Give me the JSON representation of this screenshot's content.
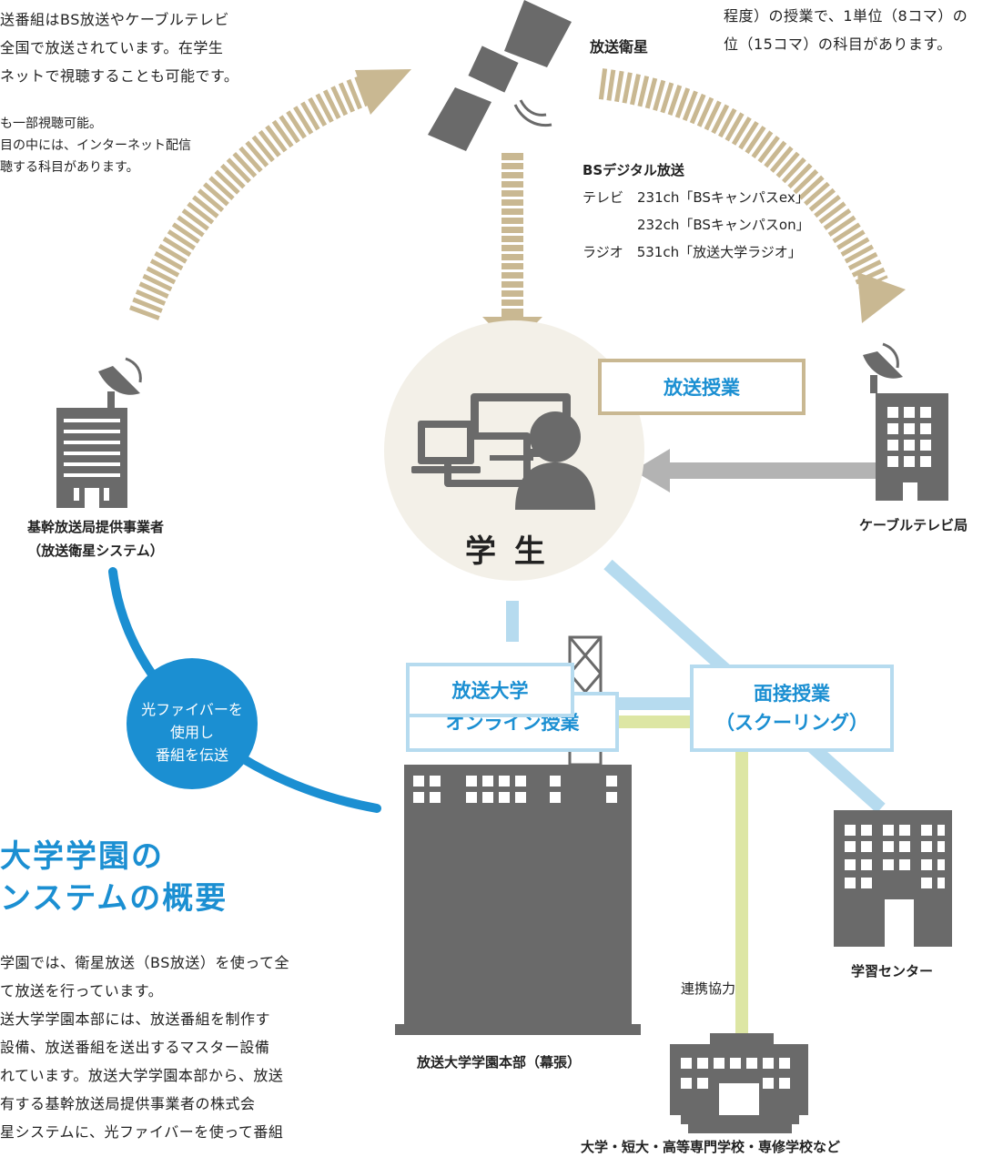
{
  "colors": {
    "accent_blue": "#1b8fd2",
    "light_blue_line": "#b6dbef",
    "beige_arrow": "#c9b892",
    "student_circle": "#f3f0e8",
    "building_gray": "#6a6a6a",
    "green_line": "#dde6a4",
    "gray_arrow": "#b3b3b3"
  },
  "top_left_paragraph": [
    "送番組はBS放送やケーブルテレビ",
    "全国で放送されています。在学生",
    "ネットで視聴することも可能です。"
  ],
  "top_left_notes": [
    "も一部視聴可能。",
    "目の中には、インターネット配信",
    "聴する科目があります。"
  ],
  "top_right_paragraph": [
    "程度）の授業で、1単位（8コマ）の",
    "位（15コマ）の科目があります。"
  ],
  "satellite": {
    "label": "放送衛星",
    "icon": "satellite-icon"
  },
  "bs_digital": {
    "heading": "BSデジタル放送",
    "lines": [
      "テレビ　231ch「BSキャンパスex」",
      "　　　　232ch「BSキャンパスon」",
      "ラジオ　531ch「放送大学ラジオ」"
    ]
  },
  "broadcaster": {
    "icon": "broadcast-building-icon",
    "label_line1": "基幹放送局提供事業者",
    "label_line2": "（放送衛星システム）"
  },
  "cable_tv": {
    "icon": "cable-tv-building-icon",
    "label": "ケーブルテレビ局"
  },
  "student": {
    "icon": "student-devices-icon",
    "label": "学 生"
  },
  "labels": {
    "broadcast_class": "放送授業",
    "online_class": "オンライン授業",
    "schooling_line1": "面接授業",
    "schooling_line2": "（スクーリング）",
    "university": "放送大学",
    "cooperation": "連携協力"
  },
  "fiber_circle": {
    "lines": [
      "光ファイバーを",
      "使用し",
      "番組を伝送"
    ]
  },
  "headline": {
    "line1": "大学学園の",
    "line2": "ンステムの概要"
  },
  "bottom_paragraph": [
    "学園では、衛星放送（BS放送）を使って全",
    "て放送を行っています。",
    "送大学学園本部には、放送番組を制作す",
    "設備、放送番組を送出するマスター設備",
    "れています。放送大学学園本部から、放送",
    "有する基幹放送局提供事業者の株式会",
    "星システムに、光ファイバーを使って番組"
  ],
  "headquarters": {
    "icon": "headquarters-building-icon",
    "label": "放送大学学園本部（幕張）"
  },
  "learning_center": {
    "icon": "learning-center-building-icon",
    "label": "学習センター"
  },
  "partner_schools": {
    "icon": "partner-school-building-icon",
    "label": "大学・短大・高等専門学校・専修学校など"
  }
}
